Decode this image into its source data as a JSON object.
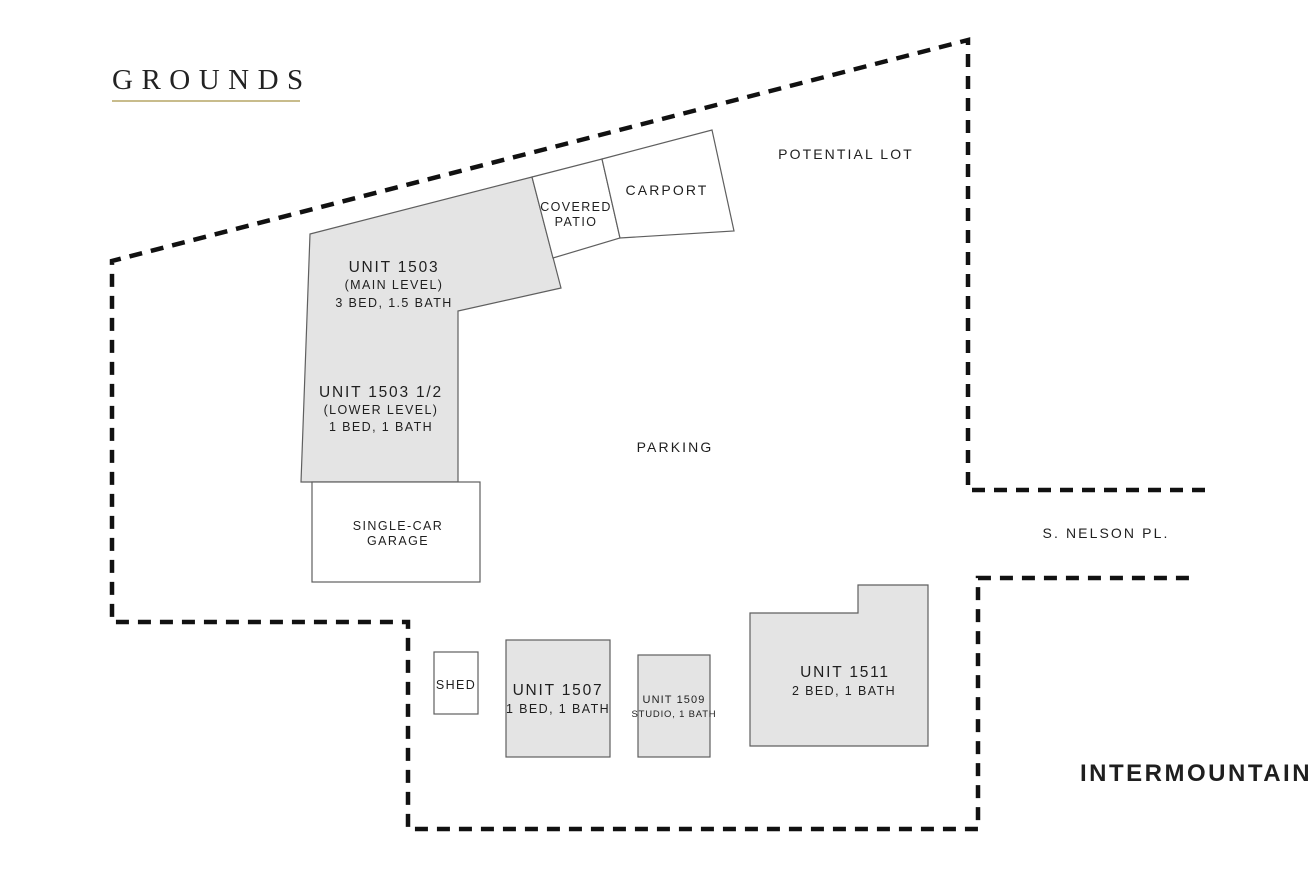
{
  "title": "GROUNDS",
  "watermark": "INTERMOUNTAIN",
  "areas": {
    "potential_lot": "POTENTIAL LOT",
    "parking": "PARKING",
    "street": "S. NELSON PL."
  },
  "buildings": {
    "unit1503": {
      "name": "UNIT 1503",
      "level": "(MAIN LEVEL)",
      "specs": "3 BED, 1.5 BATH"
    },
    "unit1503half": {
      "name": "UNIT 1503 1/2",
      "level": "(LOWER LEVEL)",
      "specs": "1 BED, 1 BATH"
    },
    "covered_patio": {
      "line1": "COVERED",
      "line2": "PATIO"
    },
    "carport": {
      "name": "CARPORT"
    },
    "garage": {
      "line1": "SINGLE-CAR",
      "line2": "GARAGE"
    },
    "shed": {
      "name": "SHED"
    },
    "unit1507": {
      "name": "UNIT 1507",
      "specs": "1 BED, 1 BATH"
    },
    "unit1509": {
      "name": "UNIT 1509",
      "specs": "STUDIO, 1 BATH"
    },
    "unit1511": {
      "name": "UNIT 1511",
      "specs": "2 BED, 1 BATH"
    }
  },
  "colors": {
    "building_fill": "#e4e4e4",
    "white_fill": "#ffffff",
    "outline": "#5f5f5f",
    "boundary": "#111111",
    "text": "#1f1f1f",
    "accent_underline": "#b5a566",
    "watermark": "#e7e7e7"
  }
}
